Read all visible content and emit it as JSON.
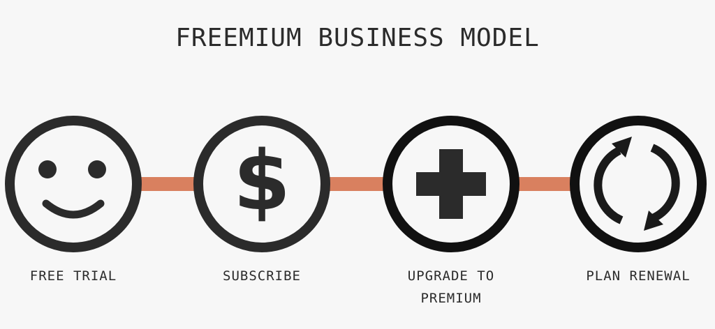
{
  "title": "FREEMIUM BUSINESS MODEL",
  "colors": {
    "background": "#f7f7f7",
    "ring": "#2b2b2b",
    "connector": "#d9805f",
    "icon": "#2b2b2b"
  },
  "steps": [
    {
      "icon": "smiley-face-icon",
      "label_line1": "FREE TRIAL",
      "label_line2": ""
    },
    {
      "icon": "dollar-sign-icon",
      "label_line1": "SUBSCRIBE",
      "label_line2": ""
    },
    {
      "icon": "plus-icon",
      "label_line1": "UPGRADE TO",
      "label_line2": "PREMIUM"
    },
    {
      "icon": "renewal-arrows-icon",
      "label_line1": "PLAN RENEWAL",
      "label_line2": ""
    }
  ]
}
